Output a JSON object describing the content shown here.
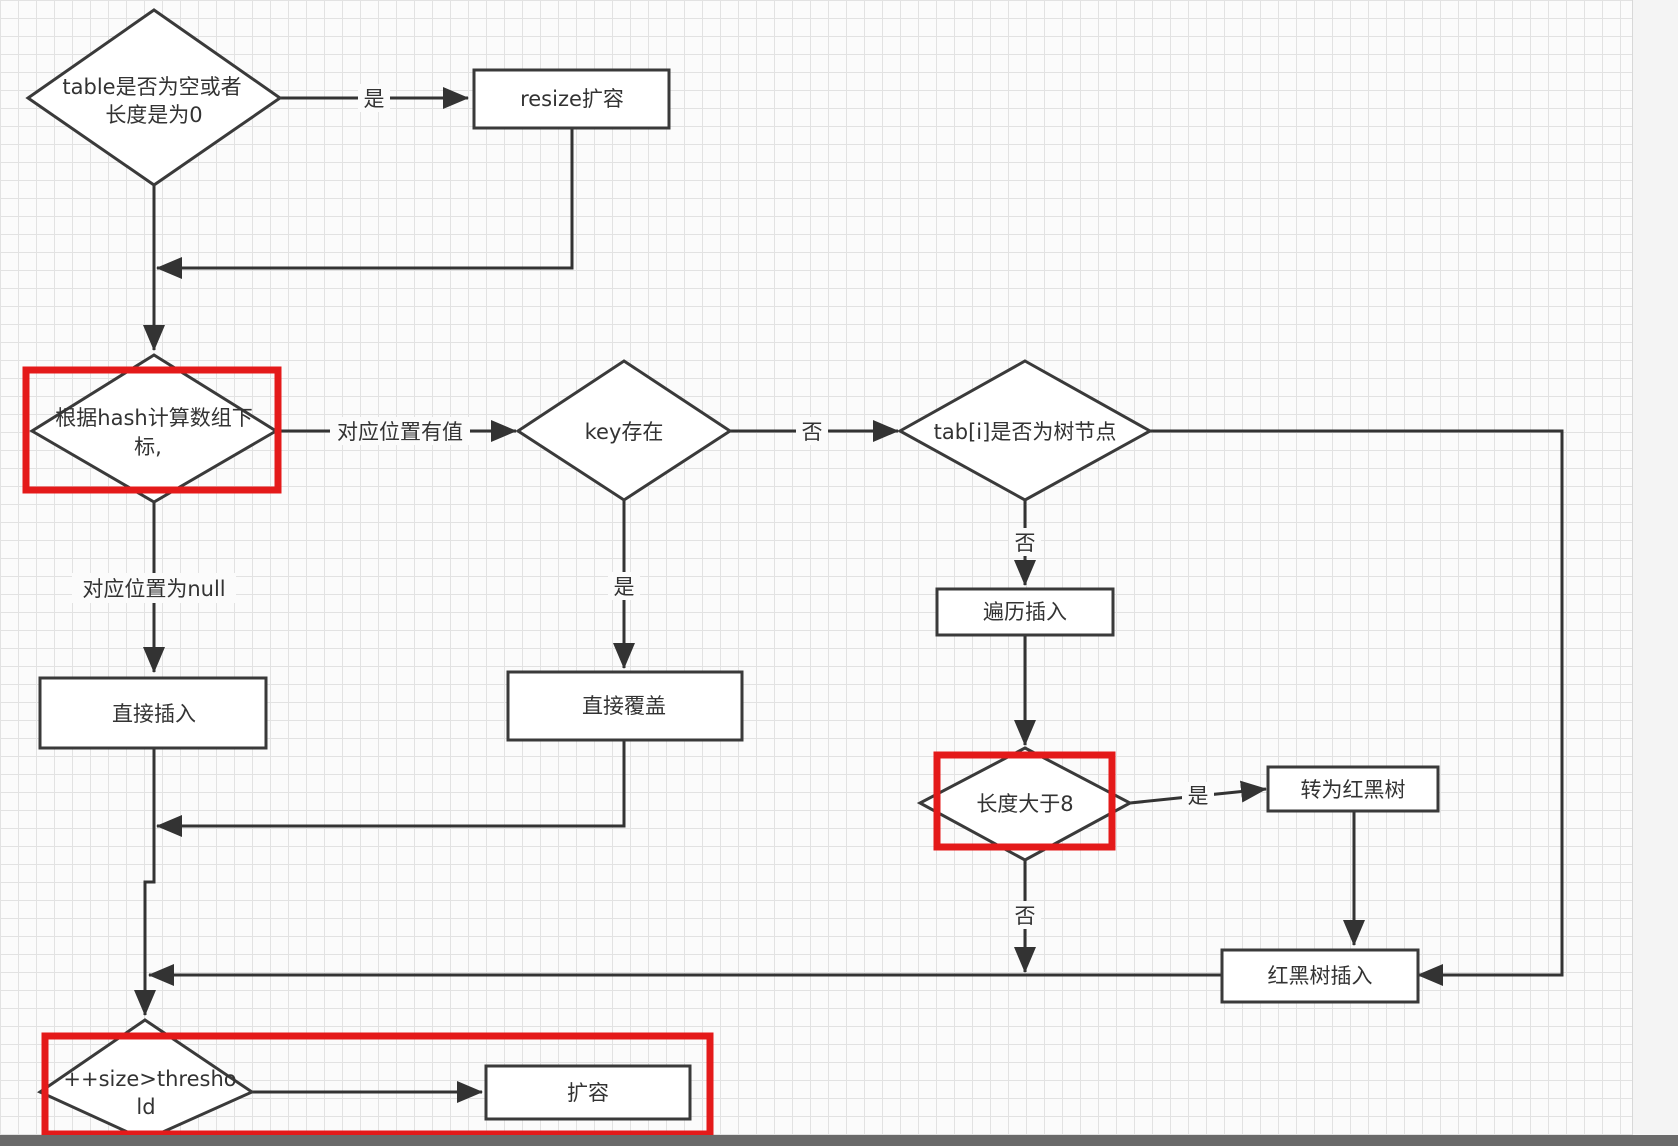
{
  "nodes": {
    "check_table": [
      "table是否为空或者",
      "长度是为0"
    ],
    "resize": "resize扩容",
    "calc_index": [
      "根据hash计算数组下",
      "标,"
    ],
    "key_exists": "key存在",
    "is_tree": "tab[i]是否为树节点",
    "traverse_insert": "遍历插入",
    "direct_insert": "直接插入",
    "direct_cover": "直接覆盖",
    "len_gt8": "长度大于8",
    "to_rbtree": "转为红黑树",
    "rbtree_insert": "红黑树插入",
    "check_size": [
      "++size>thresho",
      "ld"
    ],
    "expand": "扩容"
  },
  "edge_labels": {
    "yes_resize": "是",
    "slot_has_value": "对应位置有值",
    "no_key": "否",
    "no_tree": "否",
    "slot_null": "对应位置为null",
    "yes_key": "是",
    "yes_len": "是",
    "no_len": "否"
  },
  "colors": {
    "highlight": "#e41a1a",
    "stroke": "#3a3a3a",
    "grid": "#e2e2e2"
  }
}
